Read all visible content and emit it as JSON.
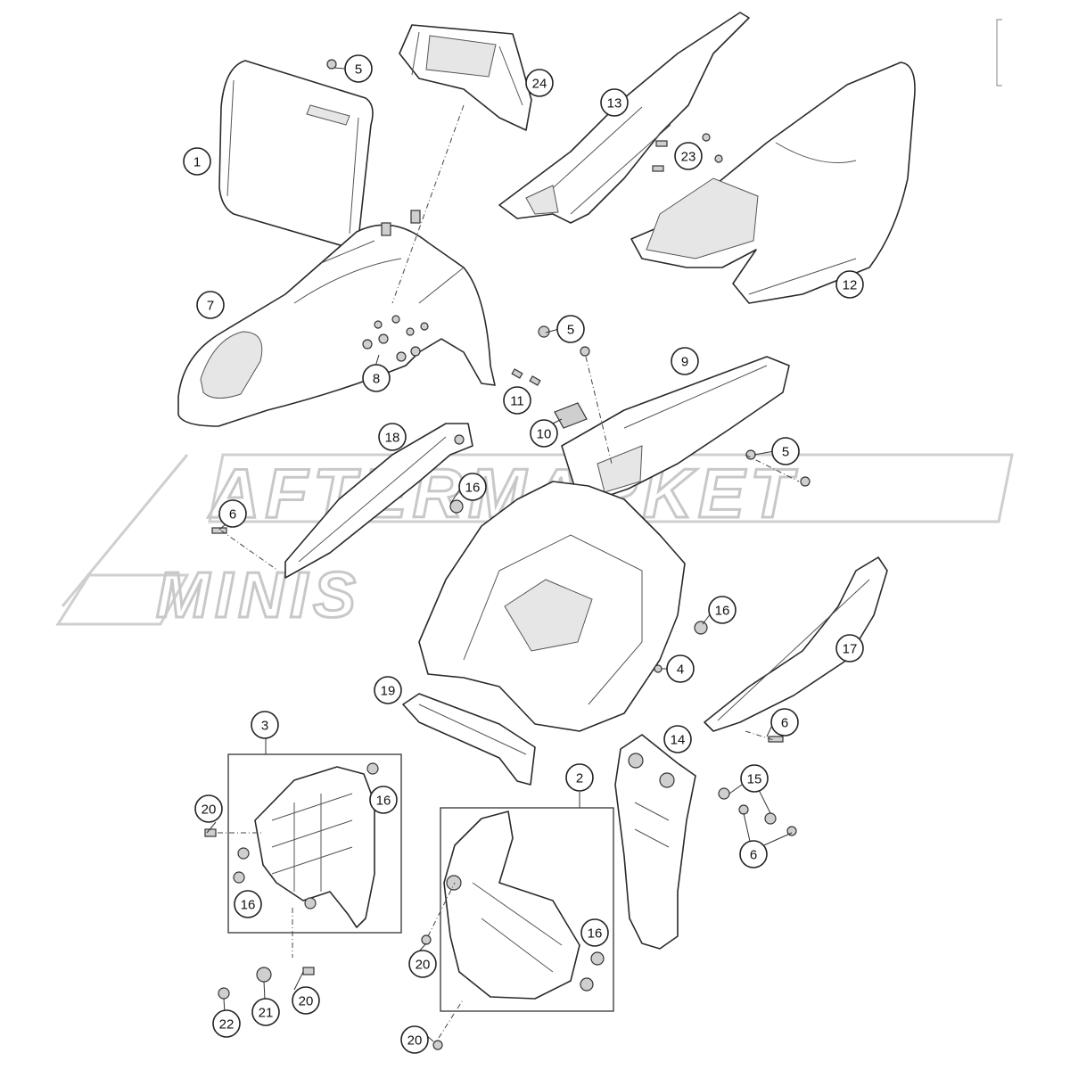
{
  "watermark": {
    "line1": "AFTERMARKET",
    "line2": "MINIS"
  },
  "callouts": [
    {
      "id": "c1",
      "label": "1"
    },
    {
      "id": "c2",
      "label": "2"
    },
    {
      "id": "c3",
      "label": "3"
    },
    {
      "id": "c4",
      "label": "4"
    },
    {
      "id": "c5a",
      "label": "5"
    },
    {
      "id": "c5b",
      "label": "5"
    },
    {
      "id": "c5c",
      "label": "5"
    },
    {
      "id": "c6a",
      "label": "6"
    },
    {
      "id": "c6b",
      "label": "6"
    },
    {
      "id": "c6c",
      "label": "6"
    },
    {
      "id": "c7",
      "label": "7"
    },
    {
      "id": "c8",
      "label": "8"
    },
    {
      "id": "c9",
      "label": "9"
    },
    {
      "id": "c10",
      "label": "10"
    },
    {
      "id": "c11",
      "label": "11"
    },
    {
      "id": "c12",
      "label": "12"
    },
    {
      "id": "c13",
      "label": "13"
    },
    {
      "id": "c14",
      "label": "14"
    },
    {
      "id": "c15",
      "label": "15"
    },
    {
      "id": "c16a",
      "label": "16"
    },
    {
      "id": "c16b",
      "label": "16"
    },
    {
      "id": "c16c",
      "label": "16"
    },
    {
      "id": "c16d",
      "label": "16"
    },
    {
      "id": "c16e",
      "label": "16"
    },
    {
      "id": "c17",
      "label": "17"
    },
    {
      "id": "c18",
      "label": "18"
    },
    {
      "id": "c19",
      "label": "19"
    },
    {
      "id": "c20a",
      "label": "20"
    },
    {
      "id": "c20b",
      "label": "20"
    },
    {
      "id": "c20c",
      "label": "20"
    },
    {
      "id": "c20d",
      "label": "20"
    },
    {
      "id": "c21",
      "label": "21"
    },
    {
      "id": "c22",
      "label": "22"
    },
    {
      "id": "c23",
      "label": "23"
    },
    {
      "id": "c24",
      "label": "24"
    }
  ]
}
